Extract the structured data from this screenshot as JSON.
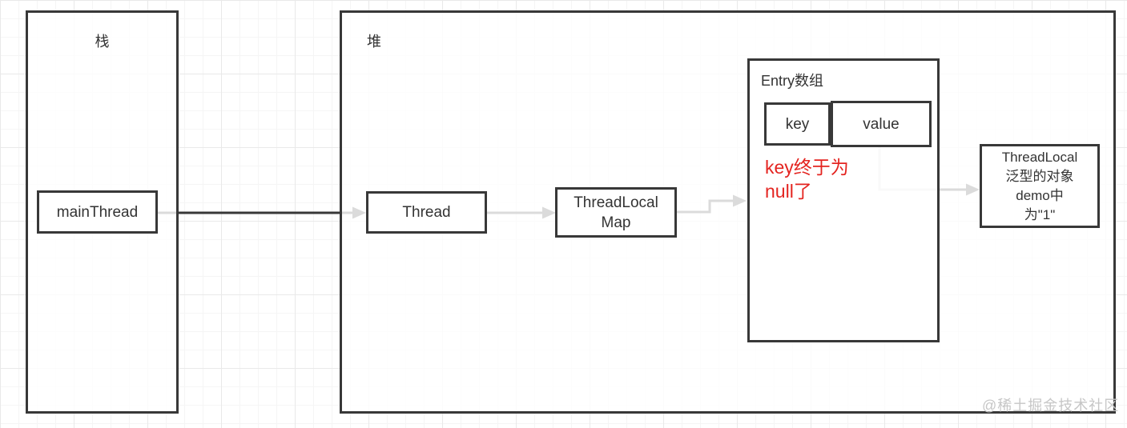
{
  "colors": {
    "border": "#383838",
    "text": "#333333",
    "annotation": "#e42420",
    "watermark": "#c6c6c6",
    "grid_minor": "#f5f5f5",
    "grid_major": "#e9e9e9"
  },
  "stack": {
    "label": "栈",
    "main_thread": {
      "label": "mainThread"
    }
  },
  "heap": {
    "label": "堆",
    "thread": {
      "label": "Thread"
    },
    "thread_local_map": {
      "lines": [
        "ThreadLocal",
        "Map"
      ]
    },
    "entry_array": {
      "label": "Entry数组",
      "key": {
        "label": "key"
      },
      "value": {
        "label": "value"
      },
      "annotation": {
        "lines": [
          "key终于为",
          "null了"
        ]
      }
    },
    "thread_local_object": {
      "lines": [
        "ThreadLocal",
        "泛型的对象",
        "demo中",
        "为\"1\""
      ]
    }
  },
  "watermark": "@稀土掘金技术社区"
}
